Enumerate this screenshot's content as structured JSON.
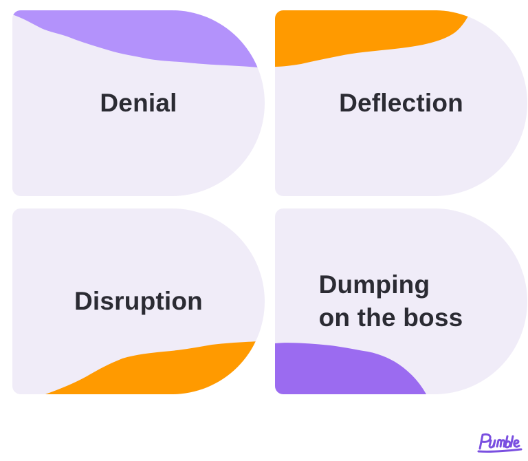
{
  "cards": [
    {
      "label": "Denial",
      "blob_color": "#b392fb"
    },
    {
      "label": "Deflection",
      "blob_color": "#ff9a00"
    },
    {
      "label": "Disruption",
      "blob_color": "#ff9a00"
    },
    {
      "label_line1": "Dumping",
      "label_line2": "on the boss",
      "blob_color": "#9b6bf0"
    }
  ],
  "colors": {
    "card_bg": "#f0ecf8",
    "text": "#2b2b33",
    "logo": "#7a4fe0"
  },
  "logo": {
    "name": "pumble-logo-icon"
  }
}
